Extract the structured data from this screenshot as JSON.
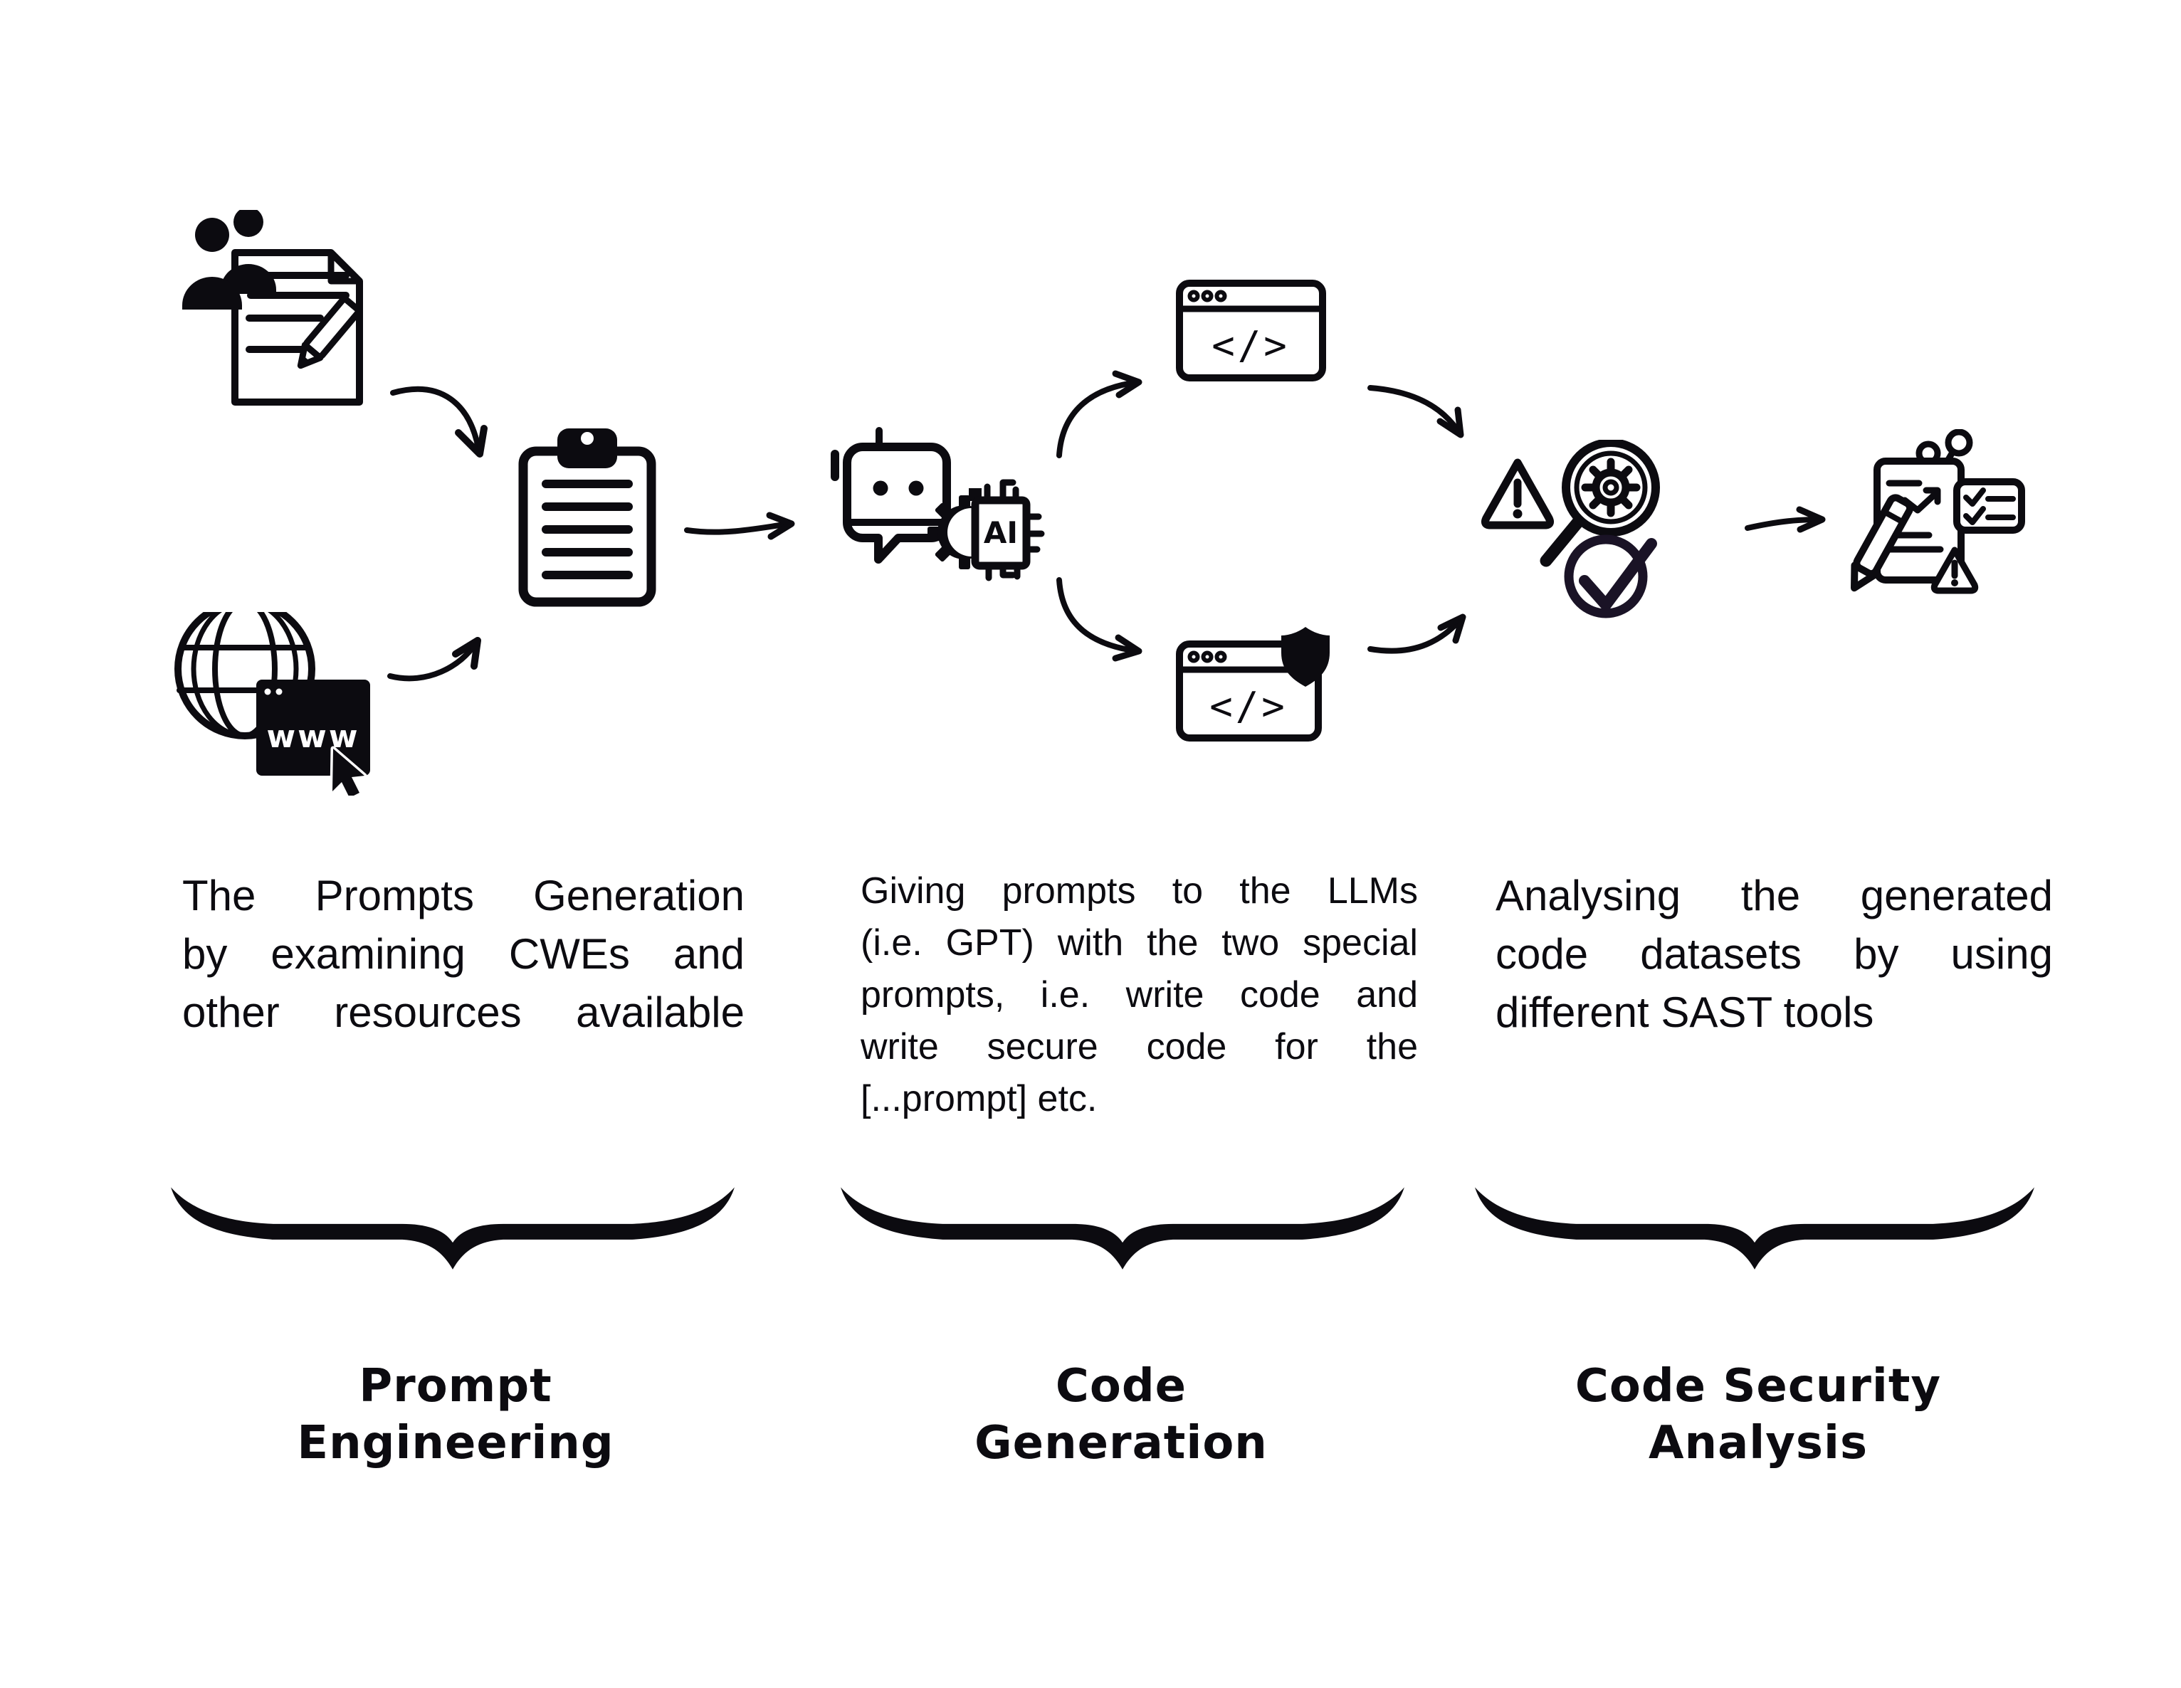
{
  "colors": {
    "background": "#ffffff",
    "ink": "#0c0b10",
    "check_ink": "#1a1326"
  },
  "icons": {
    "browser_label": "www",
    "ai_chip_label": "AI",
    "code_glyph": "</>",
    "secure_code_glyph": "</>"
  },
  "columns": [
    {
      "label_lines": [
        "Prompt",
        "Engineering"
      ],
      "description_lines": [
        "The Prompts  Generation",
        "by examining CWEs and",
        "other resources available"
      ]
    },
    {
      "label_lines": [
        "Code",
        "Generation"
      ],
      "description_lines": [
        "Giving prompts to the LLMs",
        "(i.e. GPT) with the two special",
        "prompts, i.e. write code and",
        "write secure code for the",
        "[...prompt] etc."
      ]
    },
    {
      "label_lines": [
        "Code Security",
        "Analysis"
      ],
      "description_lines": [
        "Analysing the generated",
        "code datasets by using",
        "different SAST tools"
      ]
    }
  ]
}
